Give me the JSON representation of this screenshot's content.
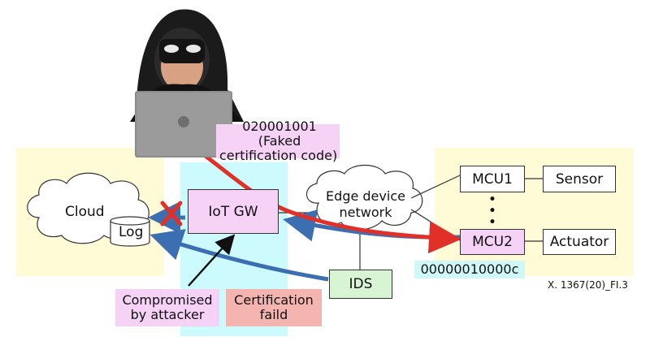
{
  "colors": {
    "zone_yellow": "#fffbd6",
    "zone_cyan": "#cdfafd",
    "magenta_box": "#f6d2f6",
    "green_box": "#d7f5d2",
    "pink_box": "#f4b4b0",
    "cyan_label": "#d0f8f8",
    "red_arrow": "#e03027",
    "blue_arrow": "#3c6fb2"
  },
  "icons": {
    "attacker": "hooded-hacker-with-laptop",
    "fail_mark": "red-x-cross"
  },
  "diagram": {
    "nodes": {
      "cloud": "Cloud",
      "log": "Log",
      "iot_gw": "IoT GW",
      "edge_network_line1": "Edge device",
      "edge_network_line2": "network",
      "mcu1": "MCU1",
      "mcu2": "MCU2",
      "sensor": "Sensor",
      "actuator": "Actuator",
      "ids": "IDS",
      "ellipsis": "•\n•\n•"
    },
    "labels": {
      "faked_code_line1": "020001001 (Faked",
      "faked_code_line2": "certification code)",
      "mcu2_code": "00000010000c",
      "compromised_line1": "Compromised",
      "compromised_line2": "by attacker",
      "certification_line1": "Certification",
      "certification_line2": "faild",
      "figure_ref": "X. 1367(20)_FI.3"
    }
  }
}
